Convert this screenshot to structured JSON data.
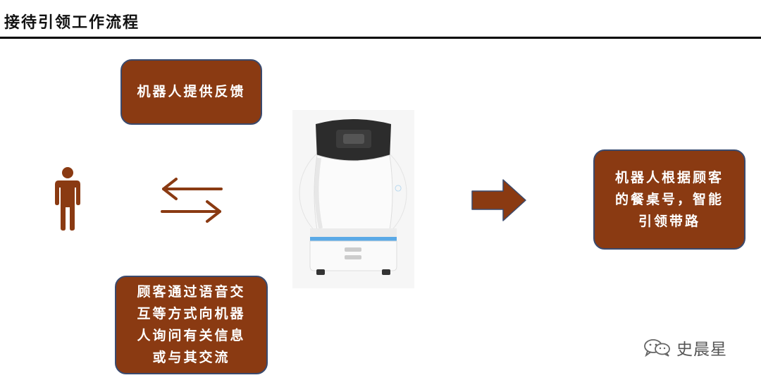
{
  "title": "接待引领工作流程",
  "boxes": {
    "feedback": "机器人提供反馈",
    "guide": "机器人根据顾客\n的餐桌号，智能\n引领带路",
    "voice": "顾客通过语音交\n互等方式向机器\n人询问有关信息\n或与其交流"
  },
  "watermark": "史晨星",
  "icons": {
    "person": "person-icon",
    "swap": "swap-arrows-icon",
    "right_arrow": "right-arrow-icon",
    "robot": "service-robot-image",
    "wechat": "wechat-icon"
  },
  "colors": {
    "box_fill": "#8a3a12",
    "box_border": "#3a4a6e",
    "accent_arrow": "#8a3a12",
    "robot_stripe": "#5aa9e6"
  }
}
